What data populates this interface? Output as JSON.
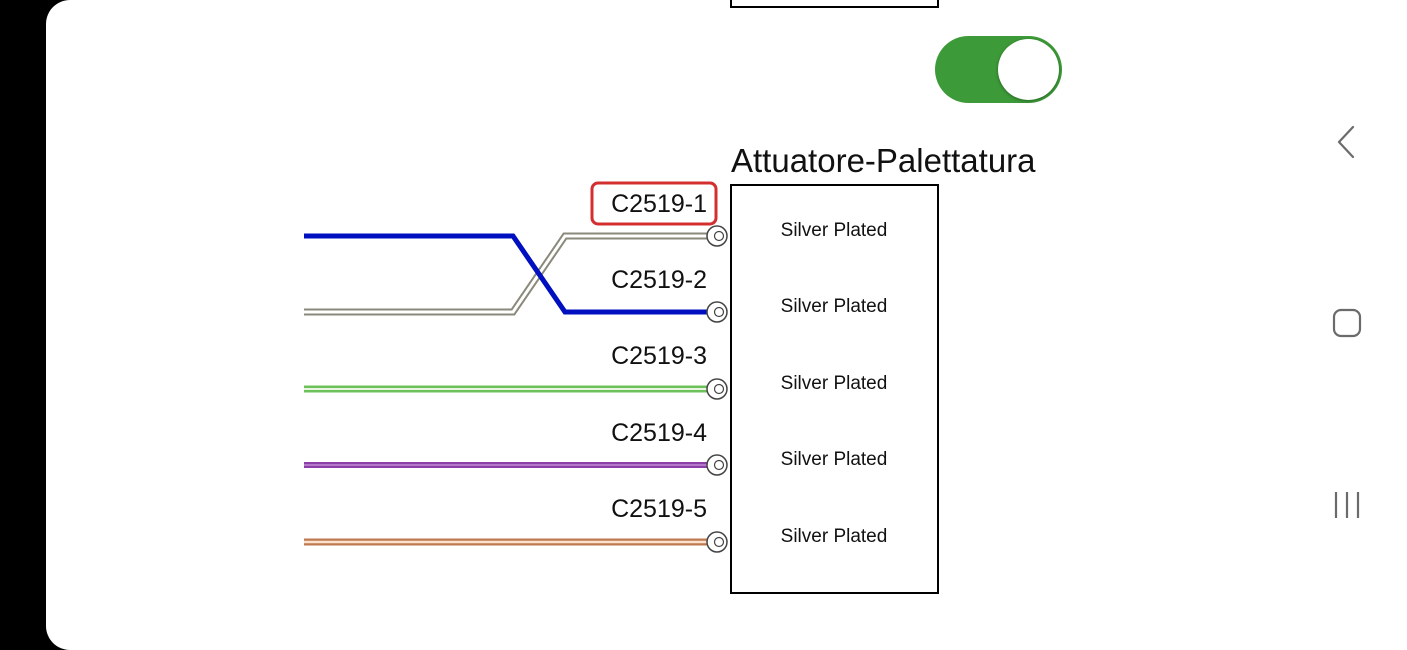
{
  "diagram": {
    "component_name": "Attuatore-Palettatura",
    "pins": [
      {
        "label": "C2519-1",
        "finish": "Silver Plated",
        "highlighted": true
      },
      {
        "label": "C2519-2",
        "finish": "Silver Plated",
        "highlighted": false
      },
      {
        "label": "C2519-3",
        "finish": "Silver Plated",
        "highlighted": false
      },
      {
        "label": "C2519-4",
        "finish": "Silver Plated",
        "highlighted": false
      },
      {
        "label": "C2519-5",
        "finish": "Silver Plated",
        "highlighted": false
      }
    ],
    "wire_colors": {
      "blue": "#0010c0",
      "white_outline": "#8a8a7a",
      "green": "#6ec05a",
      "purple": "#8a3ea8",
      "orange": "#e8a070"
    },
    "highlight_color": "#d32f2f"
  },
  "toggle": {
    "state": "on",
    "color": "#3d9a38"
  },
  "navbar": {
    "back_icon": "chevron-left-icon",
    "home_icon": "home-square-icon",
    "recents_icon": "recents-icon"
  }
}
